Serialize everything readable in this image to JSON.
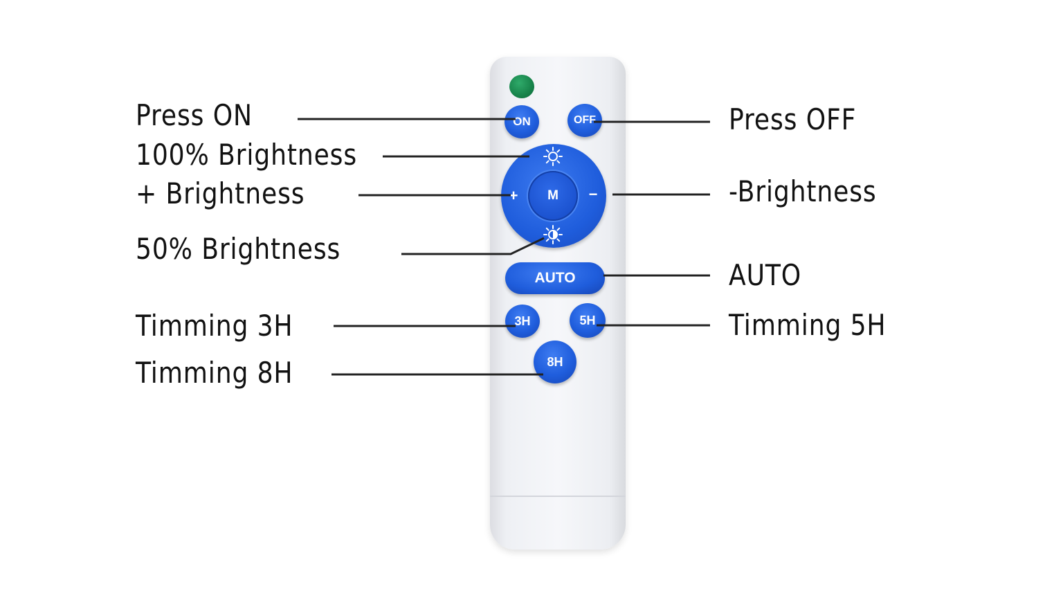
{
  "labels": {
    "press_on": "Press ON",
    "brightness_100": "100% Brightness",
    "plus_brightness": "+ Brightness",
    "brightness_50": "50% Brightness",
    "timing_3h": "Timming 3H",
    "timing_8h": "Timming 8H",
    "press_off": "Press OFF",
    "minus_brightness": "-Brightness",
    "auto": "AUTO",
    "timing_5h": "Timming 5H"
  },
  "remote": {
    "on": "ON",
    "off": "OFF",
    "mode": "M",
    "plus": "+",
    "minus": "−",
    "auto": "AUTO",
    "h3": "3H",
    "h5": "5H",
    "h8": "8H"
  },
  "colors": {
    "button_blue": "#1f5ddc",
    "led_green": "#17834a",
    "remote_body": "#f2f3f6",
    "leader_line": "#222222"
  },
  "icons": {
    "full_brightness": "sun-icon",
    "half_brightness": "half-sun-icon"
  }
}
